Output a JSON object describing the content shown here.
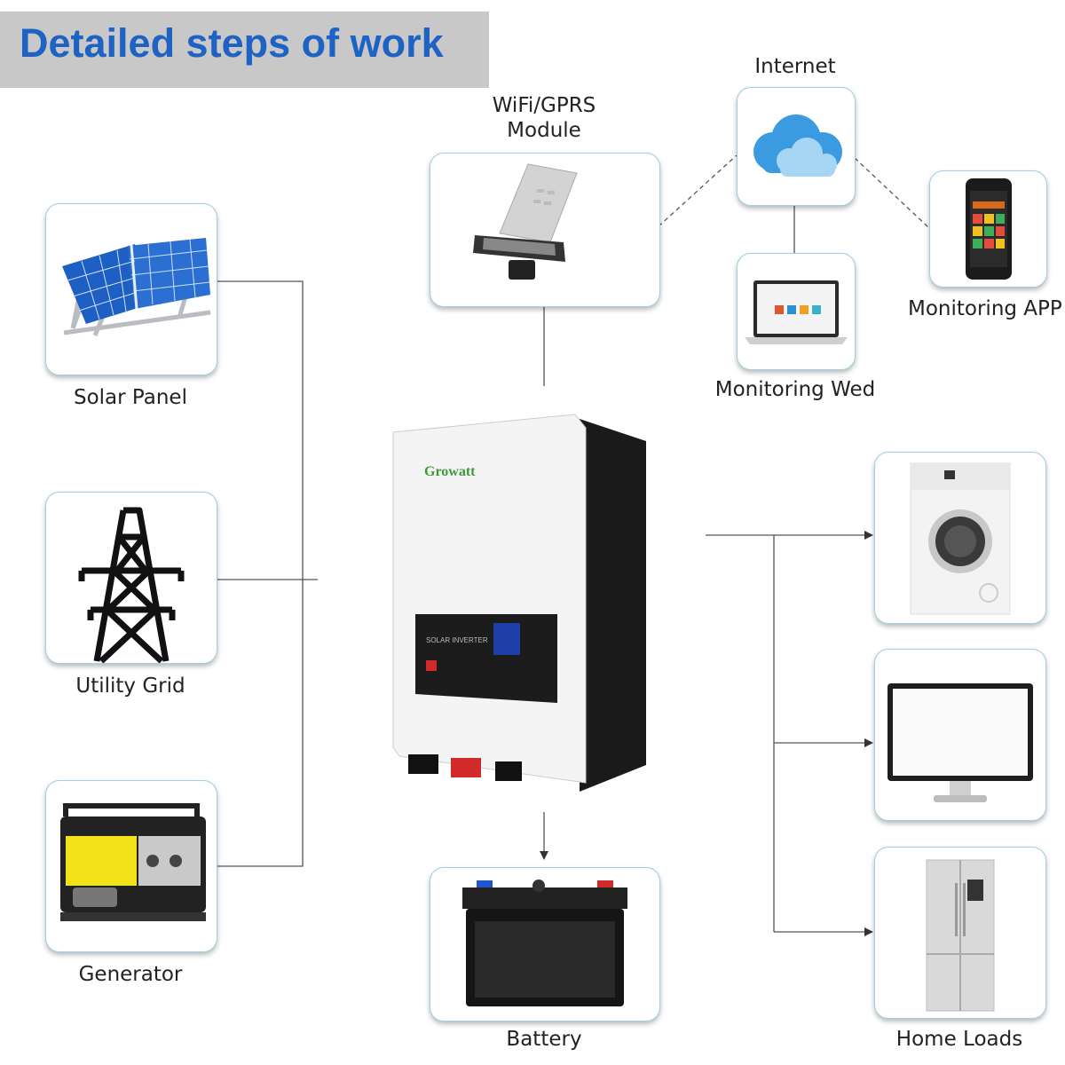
{
  "title": "Detailed steps of work",
  "nodes": {
    "solar_panel": "Solar Panel",
    "utility_grid": "Utility Grid",
    "generator": "Generator",
    "wifi_module_line1": "WiFi/GPRS",
    "wifi_module_line2": "Module",
    "internet": "Internet",
    "monitoring_app": "Monitoring APP",
    "monitoring_web": "Monitoring Wed",
    "battery": "Battery",
    "home_loads": "Home Loads"
  },
  "inverter": {
    "brand": "Growatt",
    "panel_text": "SOLAR INVERTER"
  },
  "colors": {
    "title": "#1e63c4",
    "title_bg": "#c8c8c8",
    "card_border": "#9fd0df",
    "line": "#555555"
  },
  "icons": [
    "solar-panel-icon",
    "transmission-tower-icon",
    "generator-icon",
    "wifi-module-icon",
    "cloud-icon",
    "smartphone-icon",
    "laptop-icon",
    "battery-icon",
    "washing-machine-icon",
    "monitor-icon",
    "refrigerator-icon",
    "inverter-image"
  ]
}
